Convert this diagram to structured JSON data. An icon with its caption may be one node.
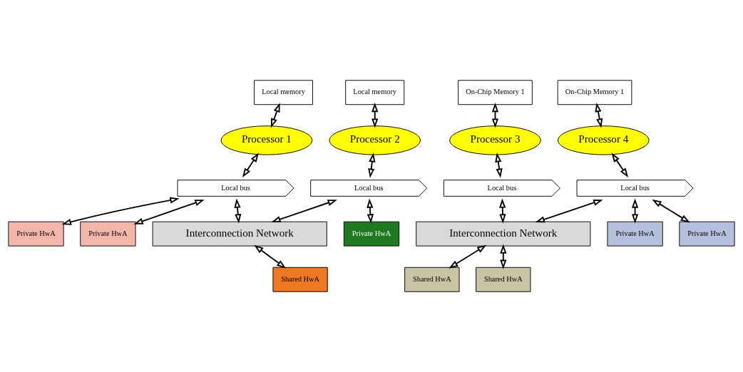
{
  "diagram": {
    "nodes": [
      {
        "text": [
          "Local memory"
        ]
      },
      {
        "text": [
          "Local memory"
        ]
      },
      {
        "text": [
          "On-Chip Memory 1"
        ]
      },
      {
        "text": [
          "On-Chip Memory 1"
        ]
      },
      {
        "text": [
          "Processor 1"
        ]
      },
      {
        "text": [
          "Processor 2"
        ]
      },
      {
        "text": [
          "Processor 3"
        ]
      },
      {
        "text": [
          "Processor 4"
        ]
      },
      {
        "text": [
          "Local bus"
        ]
      },
      {
        "text": [
          "Local bus"
        ]
      },
      {
        "text": [
          "Local bus"
        ]
      },
      {
        "text": [
          "Local bus"
        ]
      },
      {
        "text": [
          "Private HwA"
        ]
      },
      {
        "text": [
          "Private HwA"
        ]
      },
      {
        "text": [
          "Private HwA"
        ]
      },
      {
        "text": [
          "Private HwA"
        ]
      },
      {
        "text": [
          "Private HwA"
        ]
      },
      {
        "text": [
          "Interconnection Network"
        ]
      },
      {
        "text": [
          "Interconnection Network"
        ]
      },
      {
        "text": [
          "Shared HwA"
        ]
      },
      {
        "text": [
          "Shared HwA"
        ]
      },
      {
        "text": [
          "Shared HwA"
        ]
      }
    ],
    "edges": [
      {
        "from": 0,
        "to": 4,
        "arrow": "both"
      },
      {
        "from": 1,
        "to": 5,
        "arrow": "both"
      },
      {
        "from": 2,
        "to": 6,
        "arrow": "both"
      },
      {
        "from": 3,
        "to": 7,
        "arrow": "both"
      },
      {
        "from": 4,
        "to": 8,
        "arrow": "both"
      },
      {
        "from": 5,
        "to": 9,
        "arrow": "both"
      },
      {
        "from": 6,
        "to": 10,
        "arrow": "both"
      },
      {
        "from": 7,
        "to": 11,
        "arrow": "both"
      },
      {
        "from": 8,
        "to": 12,
        "arrow": "both"
      },
      {
        "from": 8,
        "to": 13,
        "arrow": "both"
      },
      {
        "from": 9,
        "to": 14,
        "arrow": "both"
      },
      {
        "from": 11,
        "to": 15,
        "arrow": "both"
      },
      {
        "from": 11,
        "to": 16,
        "arrow": "both"
      },
      {
        "from": 8,
        "to": 17,
        "arrow": "both"
      },
      {
        "from": 9,
        "to": 17,
        "arrow": "both"
      },
      {
        "from": 10,
        "to": 18,
        "arrow": "both"
      },
      {
        "from": 11,
        "to": 18,
        "arrow": "both"
      },
      {
        "from": 17,
        "to": 19,
        "arrow": "both"
      },
      {
        "from": 18,
        "to": 20,
        "arrow": "both"
      },
      {
        "from": 18,
        "to": 21,
        "arrow": "both"
      }
    ]
  }
}
